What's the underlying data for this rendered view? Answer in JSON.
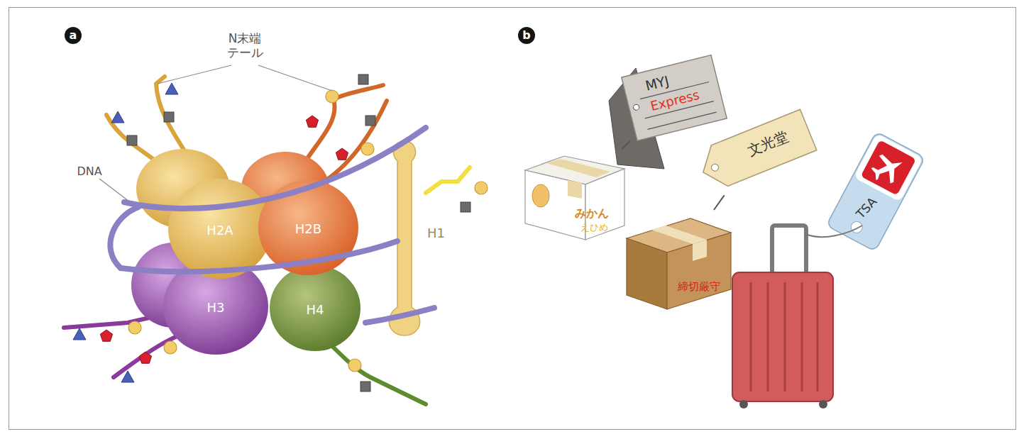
{
  "diagram": {
    "nodes": [
      {
        "text": [
          "a"
        ]
      },
      {
        "text": [
          "H2A"
        ]
      },
      {
        "text": [
          "H2B"
        ]
      },
      {
        "text": [
          "H1"
        ]
      },
      {
        "text": [
          "H3"
        ]
      },
      {
        "text": [
          "H4"
        ]
      },
      {
        "text": [
          "b"
        ]
      },
      {
        "text": [
          "MYJ",
          "Express"
        ]
      },
      {
        "text": [
          "みかん",
          "えひめ"
        ]
      },
      {
        "text": [
          "文光堂"
        ]
      },
      {
        "text": [
          "締切厳守"
        ]
      },
      {
        "text": [
          "TSA"
        ]
      }
    ],
    "edges": [
      {
        "from": 7,
        "to": 8,
        "arrow": "none"
      },
      {
        "from": 9,
        "to": 10,
        "arrow": "none"
      }
    ],
    "labels": [
      "N末端 テール",
      "DNA"
    ]
  }
}
